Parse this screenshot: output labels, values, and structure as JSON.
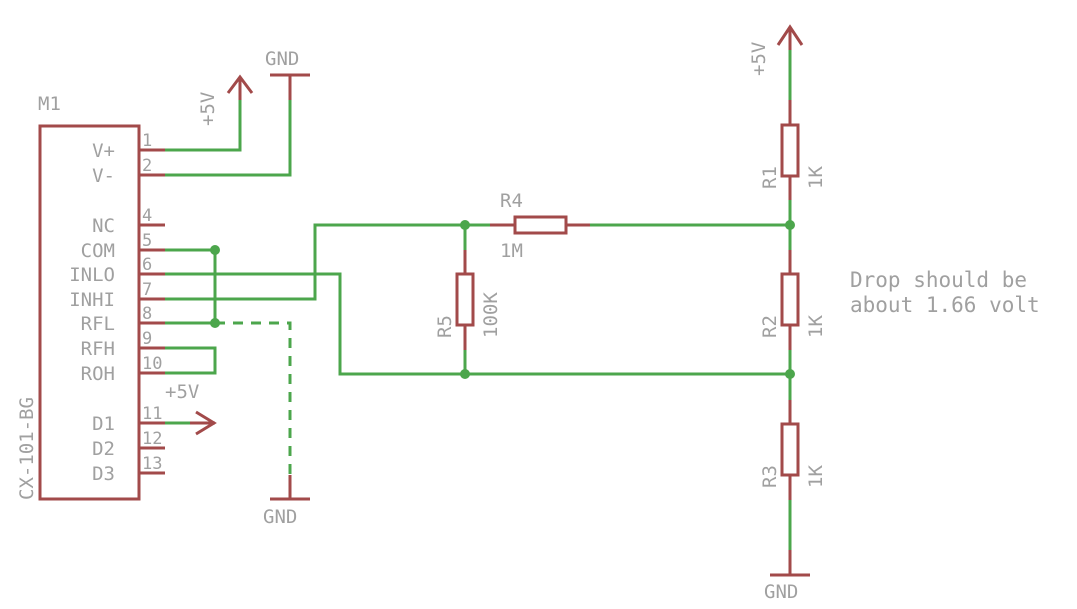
{
  "schematic": {
    "module": {
      "ref": "M1",
      "part": "CX-101-BG",
      "pins": [
        {
          "num": "1",
          "name": "V+"
        },
        {
          "num": "2",
          "name": "V-"
        },
        {
          "num": "4",
          "name": "NC"
        },
        {
          "num": "5",
          "name": "COM"
        },
        {
          "num": "6",
          "name": "INLO"
        },
        {
          "num": "7",
          "name": "INHI"
        },
        {
          "num": "8",
          "name": "RFL"
        },
        {
          "num": "9",
          "name": "RFH"
        },
        {
          "num": "10",
          "name": "ROH"
        },
        {
          "num": "11",
          "name": "D1"
        },
        {
          "num": "12",
          "name": "D2"
        },
        {
          "num": "13",
          "name": "D3"
        }
      ]
    },
    "supplies": {
      "vcc_top": "+5V",
      "gnd_top": "GND",
      "vcc_d1": "+5V",
      "gnd_bottom": "GND",
      "vcc_right": "+5V",
      "gnd_right": "GND"
    },
    "resistors": {
      "r1": {
        "ref": "R1",
        "value": "1K"
      },
      "r2": {
        "ref": "R2",
        "value": "1K"
      },
      "r3": {
        "ref": "R3",
        "value": "1K"
      },
      "r4": {
        "ref": "R4",
        "value": "1M"
      },
      "r5": {
        "ref": "R5",
        "value": "100K"
      }
    },
    "note": {
      "line1": "Drop should be",
      "line2": "about 1.66 volt"
    },
    "colors": {
      "wire": "#4ca64c",
      "symbol": "#a24a4a",
      "text": "#a0a0a0"
    }
  }
}
